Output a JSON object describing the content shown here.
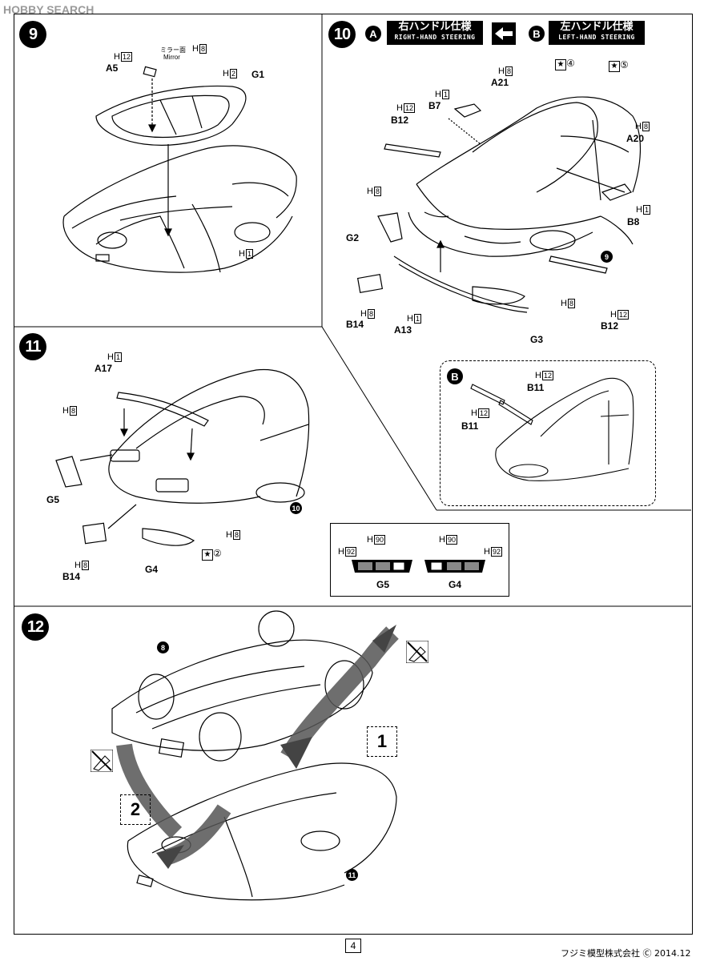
{
  "header": {
    "logo_text": "HOBBY SEARCH"
  },
  "steps": {
    "s9": "9",
    "s10": "10",
    "s11": "11",
    "s12": "12"
  },
  "step9": {
    "a5": "A5",
    "a5_h": "H",
    "a5_hn": "12",
    "mirror_jp": "ミラー面",
    "mirror_en": "Mirror",
    "mirror_hn": "8",
    "g1": "G1",
    "g1_hn": "2",
    "body_hn": "1"
  },
  "step10": {
    "opt_a": "A",
    "opt_a_jp": "右ハンドル仕様",
    "opt_a_en": "RIGHT-HAND STEERING",
    "opt_b": "B",
    "opt_b_jp": "左ハンドル仕様",
    "opt_b_en": "LEFT-HAND STEERING",
    "star4": "④",
    "star5": "⑤",
    "a21": "A21",
    "a21_hn": "8",
    "b7": "B7",
    "b7_hn": "1",
    "b12a": "B12",
    "b12a_hn": "12",
    "a20": "A20",
    "a20_hn": "8",
    "h8_head": "8",
    "g2": "G2",
    "b8": "B8",
    "b8_hn": "1",
    "nine": "9",
    "b14": "B14",
    "b14_hn": "8",
    "a13": "A13",
    "a13_hn": "1",
    "g3": "G3",
    "h8_light": "8",
    "b12b": "B12",
    "b12b_hn": "12",
    "inset_b": "B",
    "b11a": "B11",
    "b11a_hn": "12",
    "b11b": "B11",
    "b11b_hn": "12"
  },
  "step11": {
    "a17": "A17",
    "a17_hn": "1",
    "h8_left": "8",
    "g5": "G5",
    "ten": "10",
    "h8_right": "8",
    "b14": "B14",
    "b14_hn": "8",
    "g4": "G4",
    "star2": "②",
    "paint_h92a": "92",
    "paint_h90a": "90",
    "paint_g5": "G5",
    "paint_h90b": "90",
    "paint_h92b": "92",
    "paint_g4": "G4"
  },
  "step12": {
    "eight": "8",
    "eleven": "11",
    "num1": "1",
    "num2": "2"
  },
  "footer": {
    "page": "4",
    "copyright": "フジミ模型株式会社 Ⓒ 2014.12"
  }
}
